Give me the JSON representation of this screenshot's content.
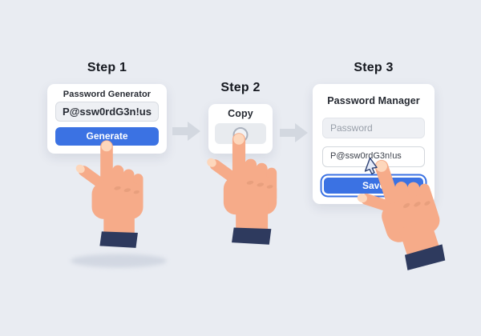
{
  "steps": [
    {
      "label": "Step 1",
      "title": "Password Generator",
      "password_value": "P@ssw0rdG3n!us",
      "button_label": "Generate"
    },
    {
      "label": "Step 2",
      "title": "Copy"
    },
    {
      "label": "Step 3",
      "title": "Password Manager",
      "password_placeholder": "Password",
      "saved_password_value": "P@ssw0rdG3n!us",
      "button_label": "Save"
    }
  ],
  "colors": {
    "background": "#e9ecf2",
    "accent_blue": "#3b72e3",
    "card": "#ffffff",
    "sleeve_navy": "#2e3a5e",
    "skin": "#f6ab89",
    "arrow_grey": "#d3d8e0"
  },
  "icons": {
    "arrow": "arrow-right-icon",
    "cursor": "cursor-icon",
    "copy_target": "copy-button-ring-icon",
    "hand": "pointing-hand-illustration"
  }
}
